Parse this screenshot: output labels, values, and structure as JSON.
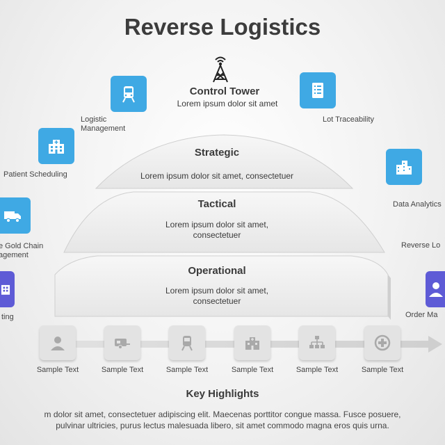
{
  "title": "Reverse Logistics",
  "control_tower": {
    "title": "Control Tower",
    "subtitle": "Lorem ipsum dolor sit amet",
    "icon": "antenna-tower-icon"
  },
  "left_items": [
    {
      "label": "Logistic Management",
      "icon": "train-icon",
      "color": "#3fa9e4"
    },
    {
      "label": "Patient Scheduling",
      "icon": "hospital-icon",
      "color": "#3fa9e4"
    },
    {
      "label": "e Gold Chain agement",
      "icon": "truck-icon",
      "color": "#3fa9e4"
    },
    {
      "label": "ting",
      "icon": "building-icon",
      "color": "#5e5bd6"
    }
  ],
  "right_items": [
    {
      "label": "Lot Traceability",
      "icon": "checklist-icon",
      "color": "#3fa9e4"
    },
    {
      "label": "Data Analytics",
      "icon": "buildings-icon",
      "color": "#3fa9e4"
    },
    {
      "label": "Reverse Lo",
      "icon": "",
      "color": ""
    },
    {
      "label": "Order Ma",
      "icon": "person-icon",
      "color": "#5e5bd6"
    }
  ],
  "levels": [
    {
      "title": "Strategic",
      "text": "Lorem ipsum dolor sit amet, consectetuer"
    },
    {
      "title": "Tactical",
      "text_lines": [
        "Lorem ipsum dolor sit amet,",
        "consectetuer"
      ]
    },
    {
      "title": "Operational",
      "text_lines": [
        "Lorem ipsum dolor sit amet,",
        "consectetuer"
      ]
    }
  ],
  "steps": [
    {
      "label": "Sample Text",
      "icon": "user-icon"
    },
    {
      "label": "Sample Text",
      "icon": "caravan-icon"
    },
    {
      "label": "Sample Text",
      "icon": "train-icon"
    },
    {
      "label": "Sample Text",
      "icon": "hospital-icon"
    },
    {
      "label": "Sample Text",
      "icon": "org-chart-icon"
    },
    {
      "label": "Sample Text",
      "icon": "medical-cross-icon"
    }
  ],
  "key_highlights": {
    "title": "Key Highlights",
    "line1": "m dolor sit amet, consectetuer adipiscing elit. Maecenas porttitor congue massa. Fusce posuere,",
    "line2": "pulvinar ultricies, purus lectus malesuada libero, sit amet commodo magna eros quis urna."
  },
  "colors": {
    "accent_blue": "#3fa9e4",
    "accent_purple": "#5e5bd6",
    "tile_gray": "#e3e3e3",
    "text_dark": "#3a3a3a"
  }
}
